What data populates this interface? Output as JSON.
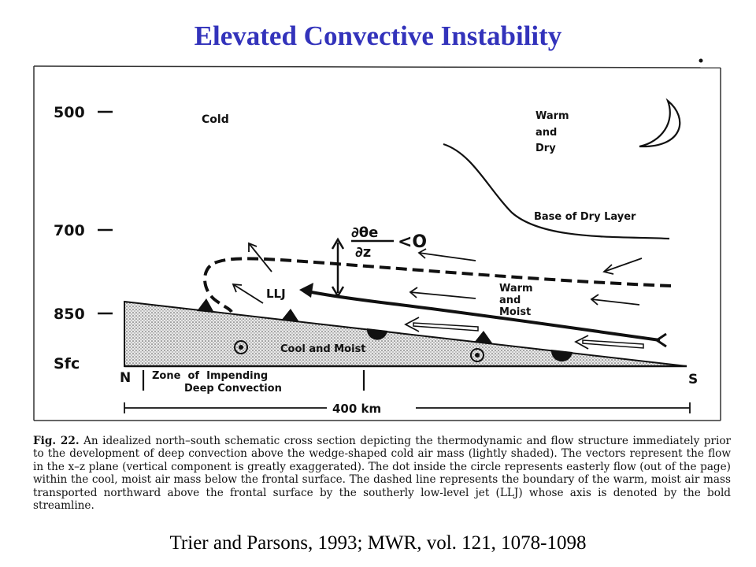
{
  "slide": {
    "title": "Elevated Convective Instability"
  },
  "diagram": {
    "pressure_levels": [
      "500",
      "700",
      "850",
      "Sfc"
    ],
    "regions": {
      "cold": "Cold",
      "warm_dry": [
        "Warm",
        "and",
        "Dry"
      ],
      "base_dry_layer": "Base of Dry Layer",
      "warm_moist": [
        "Warm",
        "and",
        "Moist"
      ],
      "cool_moist": "Cool and Moist"
    },
    "jet_label": "LLJ",
    "stability_criterion": {
      "numerator": "∂θe",
      "denominator": "∂z",
      "relation": "<O"
    },
    "north": "N",
    "south": "S",
    "zone_label": [
      "Zone  of  Impending",
      "Deep Convection"
    ],
    "distance_scale": "400 km"
  },
  "caption": {
    "figure_label": "Fig. 22.",
    "text": "An idealized north–south schematic cross section depicting the thermodynamic and flow structure immediately prior to the development of deep convection above the wedge-shaped cold air mass (lightly shaded). The vectors represent the flow in the x–z plane (vertical component is greatly exaggerated). The dot inside the circle represents easterly flow (out of the page) within the cool, moist air mass below the frontal surface. The dashed line represents the boundary of the warm, moist air mass transported northward above the frontal surface by the southerly low-level jet (LLJ) whose axis is denoted by the bold streamline."
  },
  "citation": "Trier and Parsons, 1993; MWR, vol. 121, 1078-1098"
}
